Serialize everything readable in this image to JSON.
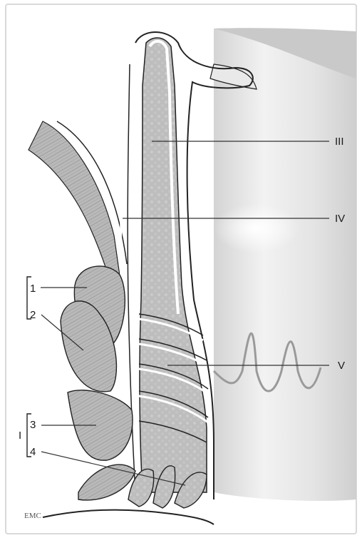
{
  "labels": {
    "l1": "1",
    "l2": "2",
    "l3": "3",
    "l4": "4",
    "group_I": "I",
    "III": "III",
    "IV": "IV",
    "V": "V"
  },
  "signature": "EMC",
  "colors": {
    "frame": "#d9d9d9",
    "muscle": "#b5b5b5",
    "muscle_light": "#c8c8c8",
    "rectum_shadow": "#d2d2d2",
    "outline": "#222222",
    "canal_white": "#ffffff"
  }
}
